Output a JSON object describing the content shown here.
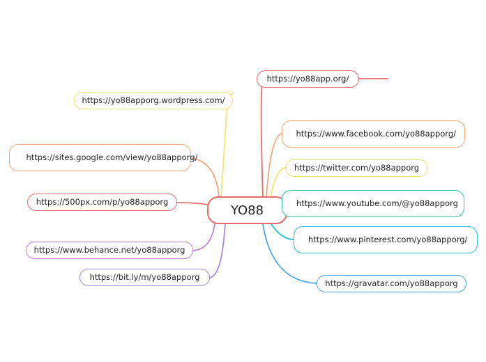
{
  "root": {
    "label": "YO88",
    "color": "#e86b6b"
  },
  "branches": [
    {
      "id": "wordpress",
      "label": "https://yo88apporg.wordpress.com/",
      "color": "#f4e373"
    },
    {
      "id": "google",
      "label": "https://sites.google.com/view/yo88apporg/",
      "color": "#f2a67d"
    },
    {
      "id": "500px",
      "label": "https://500px.com/p/yo88apporg",
      "color": "#e86b6b"
    },
    {
      "id": "behance",
      "label": "https://www.behance.net/yo88apporg",
      "color": "#c07fd6"
    },
    {
      "id": "bitly",
      "label": "https://bit.ly/m/yo88apporg",
      "color": "#a58ae0"
    },
    {
      "id": "yo88app",
      "label": "https://yo88app.org/",
      "color": "#e86b6b"
    },
    {
      "id": "facebook",
      "label": "https://www.facebook.com/yo88apporg/",
      "color": "#f2a67d"
    },
    {
      "id": "twitter",
      "label": "https://twitter.com/yo88apporg",
      "color": "#f4e373"
    },
    {
      "id": "youtube",
      "label": "https://www.youtube.com/@yo88apporg",
      "color": "#2ec4a3"
    },
    {
      "id": "pinterest",
      "label": "https://www.pinterest.com/yo88apporg/",
      "color": "#27c2c9"
    },
    {
      "id": "gravatar",
      "label": "https://gravatar.com/yo88apporg",
      "color": "#4aa7e8"
    }
  ]
}
